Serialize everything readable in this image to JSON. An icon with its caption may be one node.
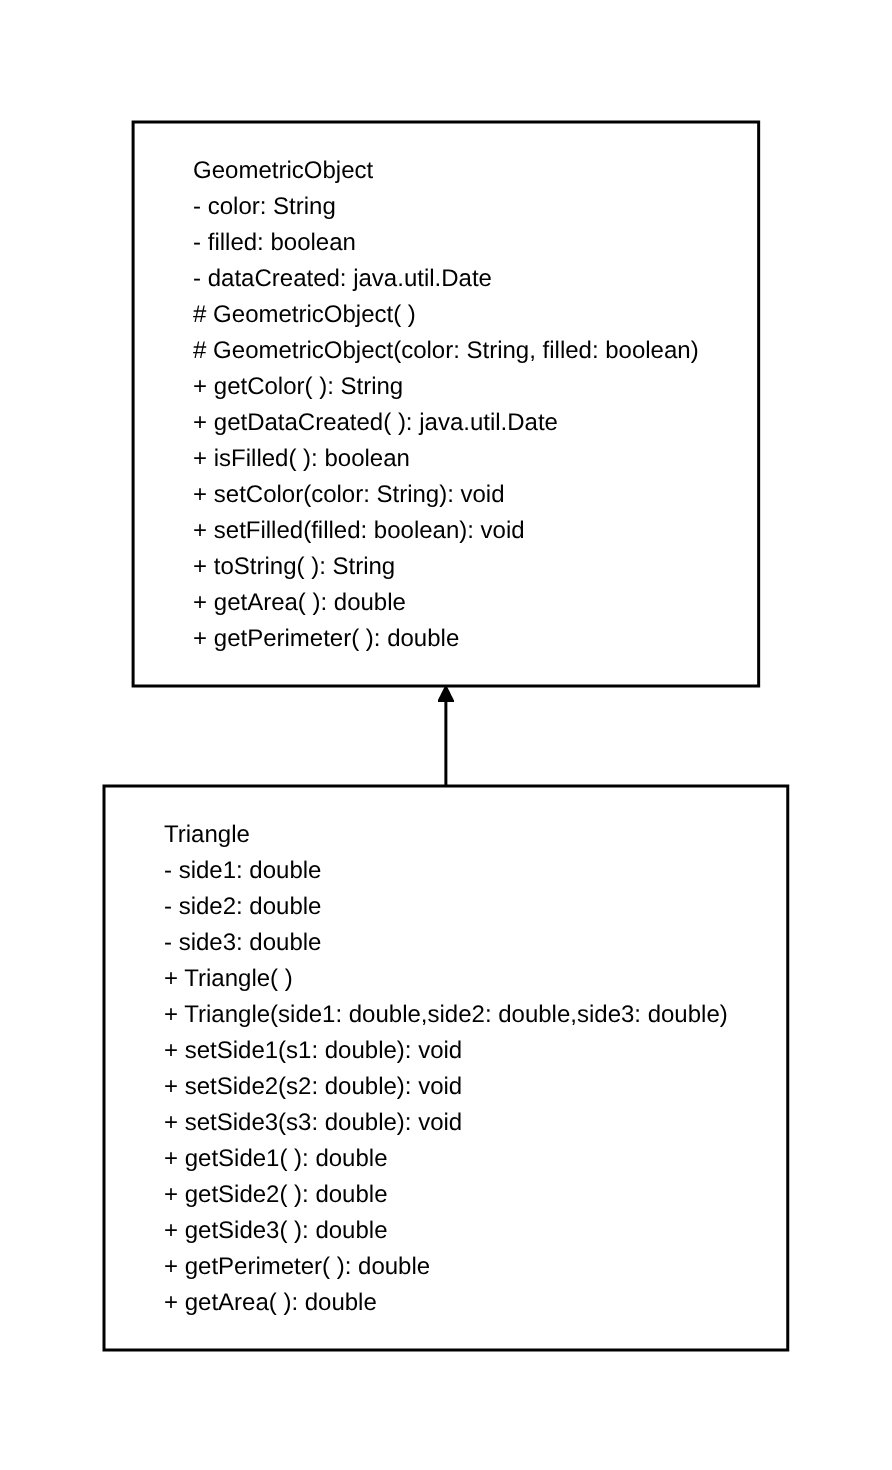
{
  "diagram": {
    "nodes": [
      {
        "text": [
          "GeometricObject",
          "- color: String",
          "- filled: boolean",
          "- dataCreated: java.util.Date",
          "# GeometricObject( )",
          "# GeometricObject(color: String, filled: boolean)",
          "+ getColor( ): String",
          "+ getDataCreated( ): java.util.Date",
          "+ isFilled( ): boolean",
          "+ setColor(color: String): void",
          "+ setFilled(filled: boolean): void",
          "+ toString( ): String",
          "+ getArea( ): double",
          "+ getPerimeter( ): double"
        ]
      },
      {
        "text": [
          "Triangle",
          "- side1: double",
          "- side2: double",
          "- side3: double",
          "+ Triangle( )",
          "+ Triangle(side1: double,side2: double,side3: double)",
          "+ setSide1(s1: double): void",
          "+ setSide2(s2: double): void",
          "+ setSide3(s3: double): void",
          "+ getSide1( ): double",
          "+ getSide2( ): double",
          "+ getSide3( ): double",
          "+ getPerimeter( ): double",
          "+ getArea( ): double"
        ]
      }
    ],
    "edges": [
      {
        "from": 1,
        "to": 0,
        "arrow": "to"
      }
    ]
  }
}
